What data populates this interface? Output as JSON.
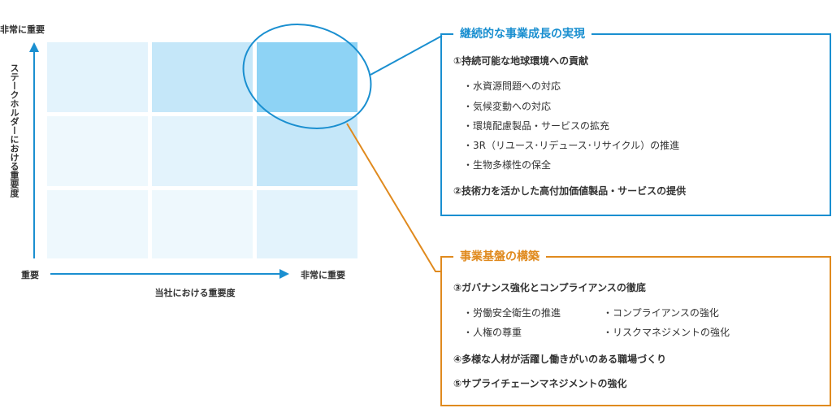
{
  "axes": {
    "y_top": "非常に重要",
    "y_label": "ステークホルダーにおける重要度",
    "x_left": "重要",
    "x_right": "非常に重要",
    "x_label": "当社における重要度"
  },
  "colors": {
    "blue": "#1a8fd0",
    "orange": "#e08a1e",
    "cell_light": "#e3f3fc",
    "cell_mid": "#c5e7f9",
    "cell_dark": "#8ed3f5"
  },
  "box_growth": {
    "title": "継続的な事業成長の実現",
    "heading1": "①持続可能な地球環境への貢献",
    "items": [
      "・水資源問題への対応",
      "・気候変動への対応",
      "・環境配慮製品・サービスの拡充",
      "・3R（リユース･リデュース･リサイクル）の推進",
      "・生物多様性の保全"
    ],
    "heading2": "②技術力を活かした高付加価値製品・サービスの提供"
  },
  "box_foundation": {
    "title": "事業基盤の構築",
    "heading3": "③ガバナンス強化とコンプライアンスの徹底",
    "items_left": [
      "・労働安全衛生の推進",
      "・人権の尊重"
    ],
    "items_right": [
      "・コンプライアンスの強化",
      "・リスクマネジメントの強化"
    ],
    "heading4": "④多様な人材が活躍し働きがいのある職場づくり",
    "heading5": "⑤サプライチェーンマネジメントの強化"
  }
}
